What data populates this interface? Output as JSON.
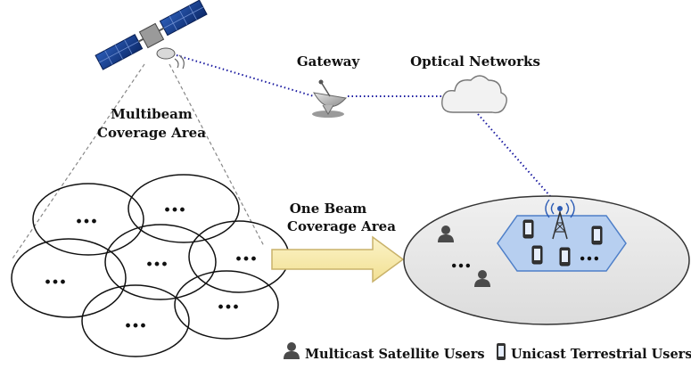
{
  "labels": {
    "multibeam_line1": "Multibeam",
    "multibeam_line2": "Coverage Area",
    "gateway": "Gateway",
    "optical": "Optical Networks",
    "one_beam_line1": "One Beam",
    "one_beam_line2": "Coverage Area"
  },
  "ellipsis": "…",
  "legend": {
    "multicast": "Multicast Satellite Users",
    "unicast": "Unicast Terrestrial Users"
  },
  "colors": {
    "link_dotted": "#1a1aa0",
    "arrow_fill": "#f7ecb0",
    "arrow_stroke": "#c9b26a",
    "coverage_fill": "#e6e6e6",
    "hexagon_fill": "#b7cff0",
    "hexagon_stroke": "#4e7fc8",
    "user_icon": "#4a4a4a"
  }
}
